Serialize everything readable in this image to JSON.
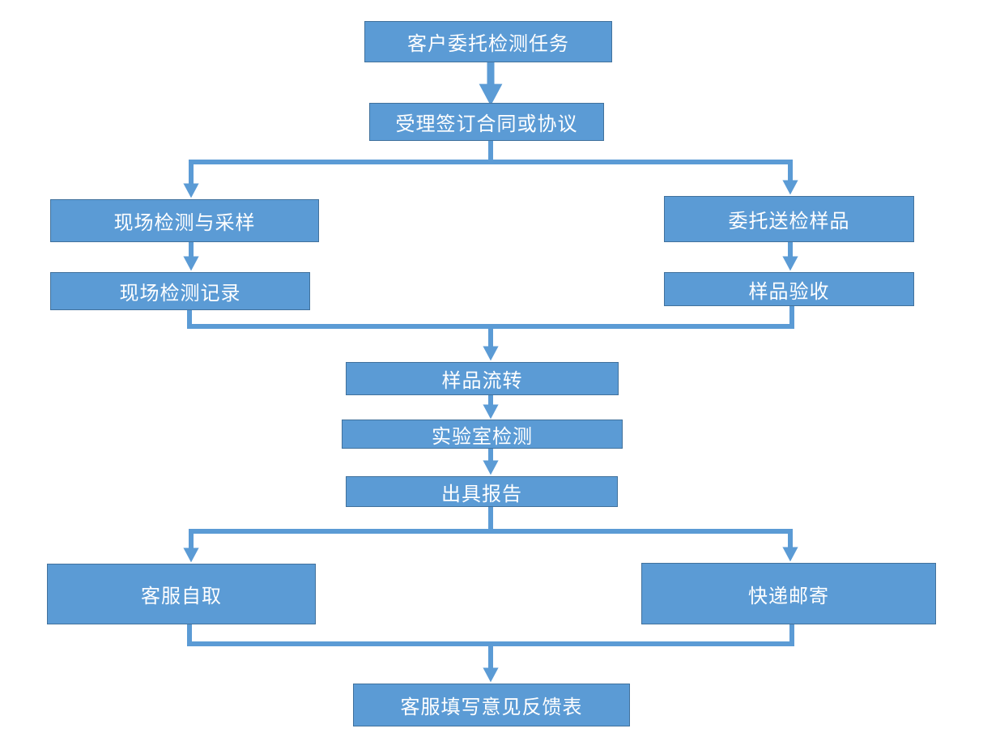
{
  "flowchart": {
    "colors": {
      "box_fill": "#5b9bd5",
      "box_border": "#41719c",
      "connector": "#5b9bd5",
      "text": "#ffffff"
    },
    "nodes": {
      "client_request": "客户委托检测任务",
      "sign_contract": "受理签订合同或协议",
      "onsite_sampling": "现场检测与采样",
      "onsite_record": "现场检测记录",
      "submit_sample": "委托送检样品",
      "sample_acceptance": "样品验收",
      "sample_transfer": "样品流转",
      "lab_testing": "实验室检测",
      "issue_report": "出具报告",
      "self_pickup": "客服自取",
      "express_mail": "快递邮寄",
      "feedback_form": "客服填写意见反馈表"
    }
  }
}
